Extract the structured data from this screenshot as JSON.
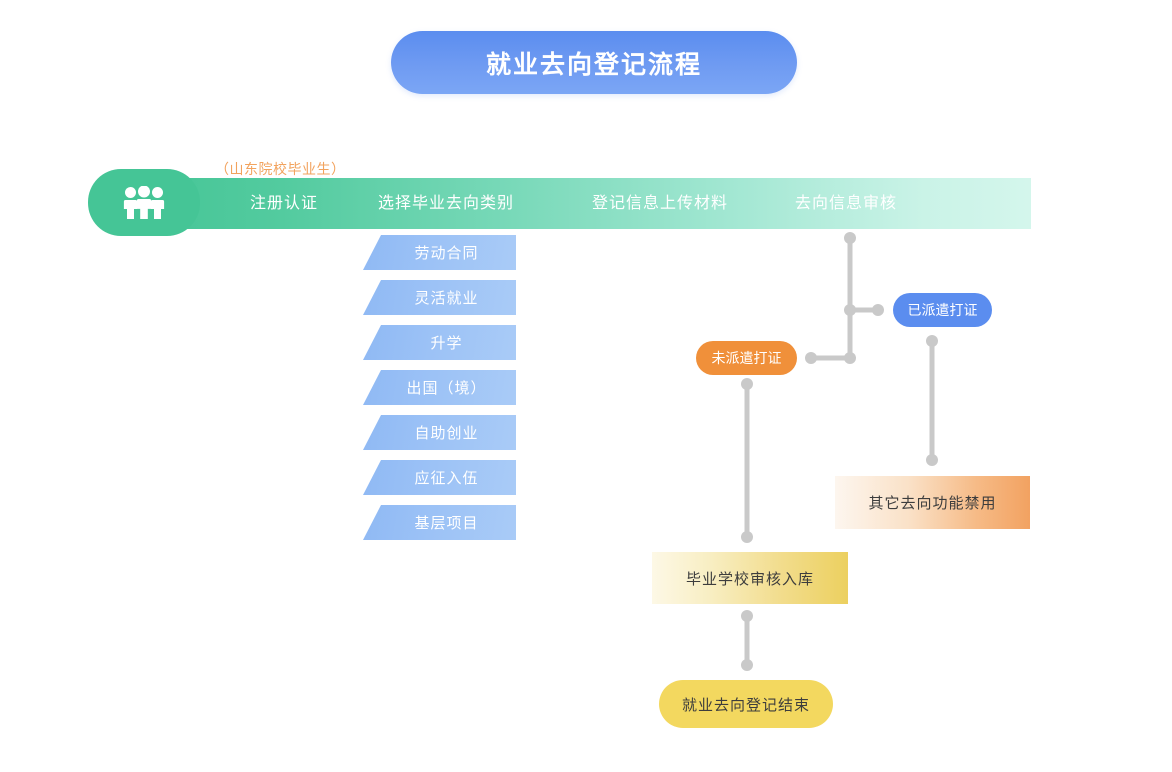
{
  "title": {
    "text": "就业去向登记流程"
  },
  "sub_note": {
    "text": "（山东院校毕业生）"
  },
  "stage_bar": {
    "icon": "people-group-icon",
    "stages": [
      {
        "label": "注册认证"
      },
      {
        "label": "选择毕业去向类别"
      },
      {
        "label": "登记信息上传材料"
      },
      {
        "label": "去向信息审核"
      }
    ]
  },
  "categories": [
    {
      "label": "劳动合同"
    },
    {
      "label": "灵活就业"
    },
    {
      "label": "升学"
    },
    {
      "label": "出国（境）"
    },
    {
      "label": "自助创业"
    },
    {
      "label": "应征入伍"
    },
    {
      "label": "基层项目"
    }
  ],
  "nodes": {
    "dispatched": {
      "label": "已派遣打证"
    },
    "not_dispatched": {
      "label": "未派遣打证"
    },
    "other_disabled": {
      "label": "其它去向功能禁用"
    },
    "school_review": {
      "label": "毕业学校审核入库"
    },
    "end": {
      "label": "就业去向登记结束"
    }
  },
  "colors": {
    "title_blue": "#5b8def",
    "bar_green": "#45c596",
    "bar_green_end": "#d4f6ec",
    "category_blue": "#9cc2f6",
    "accent_orange": "#f0903a",
    "note_orange": "#f2a35e",
    "accent_yellow": "#f3d85f",
    "connector_gray": "#c9c9c9",
    "background": "#ffffff"
  }
}
